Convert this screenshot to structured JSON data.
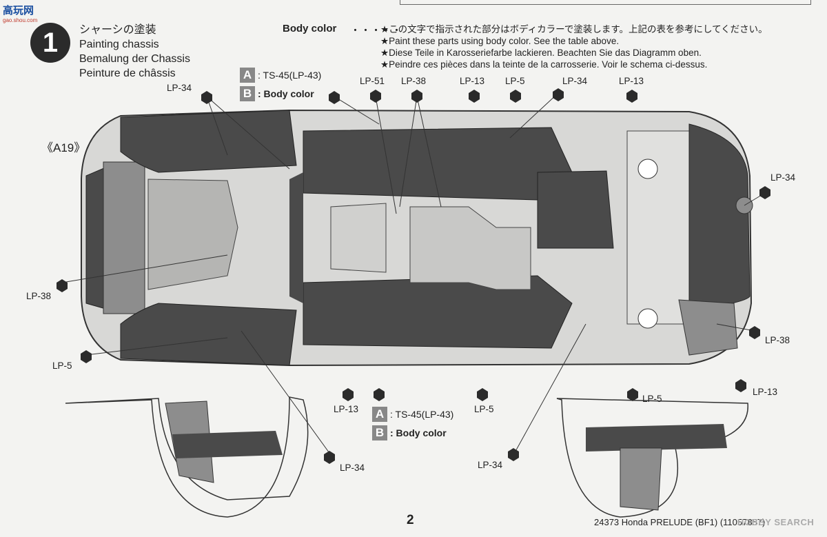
{
  "step": {
    "number": "1"
  },
  "title": {
    "ja": "シャーシの塗装",
    "en": "Painting chassis",
    "de": "Bemalung der Chassis",
    "fr": "Peinture de châssis"
  },
  "body_color_note": {
    "label": "Body color",
    "dots": "・・・・・",
    "lines": [
      "★この文字で指示された部分はボディカラーで塗装します。上記の表を参考にしてください。",
      "★Paint these parts using body color. See the table above.",
      "★Diese Teile in Karosseriefarbe lackieren. Beachten Sie das Diagramm oben.",
      "★Peindre ces pièces dans la teinte de la carrosserie. Voir le schema ci-dessus."
    ]
  },
  "paint_legend_top": {
    "a_letter": "A",
    "a_text": ": TS-45(LP-43)",
    "b_letter": "B",
    "b_text": ": Body color"
  },
  "paint_legend_bottom": {
    "a_letter": "A",
    "a_text": ": TS-45(LP-43)",
    "b_letter": "B",
    "b_text": ": Body color"
  },
  "part_ref": "《A19》",
  "labels": {
    "lp34_tl": "LP-34",
    "lp51": "LP-51",
    "lp38_top": "LP-38",
    "lp13_top1": "LP-13",
    "lp5_top": "LP-5",
    "lp34_top": "LP-34",
    "lp13_top2": "LP-13",
    "lp34_right": "LP-34",
    "lp38_left": "LP-38",
    "lp5_left": "LP-5",
    "lp38_right": "LP-38",
    "lp13_bottom": "LP-13",
    "lp5_bottom": "LP-5",
    "lp5_bottom_right": "LP-5",
    "lp13_right": "LP-13",
    "lp34_bottom_left": "LP-34",
    "lp34_bottom_mid": "LP-34"
  },
  "page_number": "2",
  "footer": "24373  Honda PRELUDE (BF1) (11057857)",
  "watermarks": {
    "top_cn": "高玩网",
    "top_url": "gao.shou.com",
    "bottom": "HOBBY SEARCH"
  },
  "colors": {
    "dark_part": "#4a4a4a",
    "mid_part": "#8d8d8d",
    "light_part": "#d8d8d6",
    "paint_box": "#888888"
  }
}
